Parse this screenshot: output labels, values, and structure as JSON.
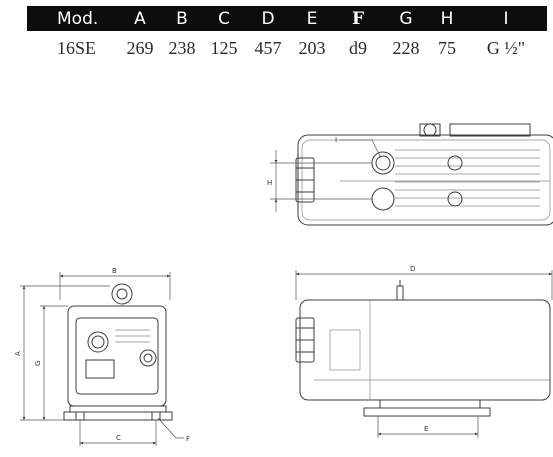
{
  "table": {
    "headers": [
      "Mod.",
      "A",
      "B",
      "C",
      "D",
      "E",
      "F",
      "G",
      "H",
      "I"
    ],
    "row": [
      "16SE",
      "269",
      "238",
      "125",
      "457",
      "203",
      "d9",
      "228",
      "75",
      "G ½\""
    ]
  },
  "dimension_labels": {
    "I": "I",
    "H": "H",
    "B": "B",
    "A": "A",
    "G": "G",
    "C": "C",
    "F": "F",
    "D": "D",
    "E": "E"
  }
}
